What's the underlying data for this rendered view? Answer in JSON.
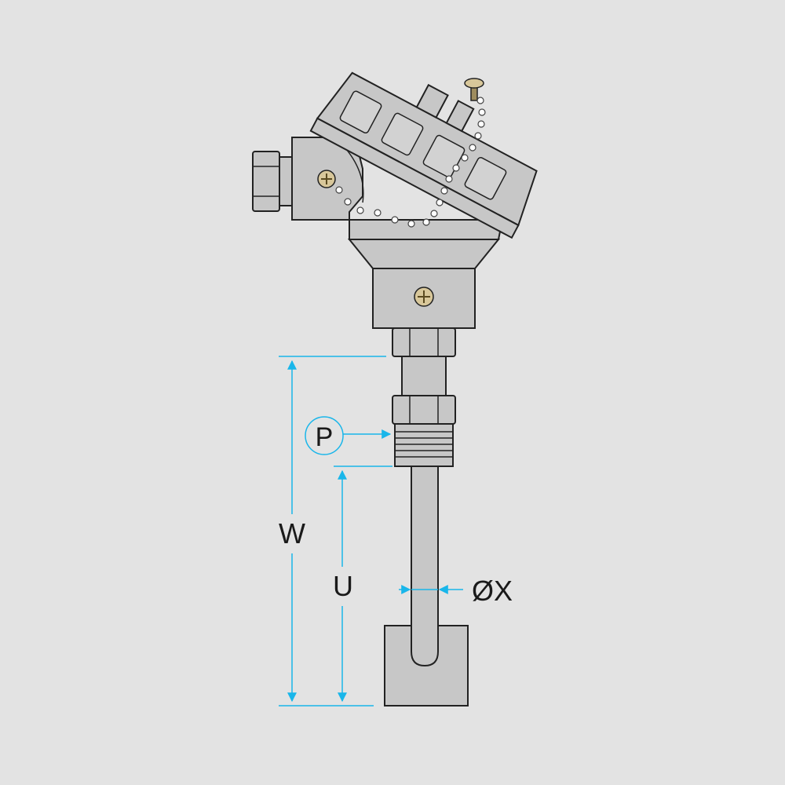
{
  "colors": {
    "background": "#e3e3e3",
    "body_fill": "#c7c7c7",
    "body_stroke": "#222222",
    "dimension": "#19b6ea",
    "brass": "#d8c79a"
  },
  "labels": {
    "pressure": "P",
    "overall_length": "W",
    "immersion_length": "U",
    "diameter": "ØX"
  },
  "icons": {
    "screw": "phillips-screw-icon"
  }
}
